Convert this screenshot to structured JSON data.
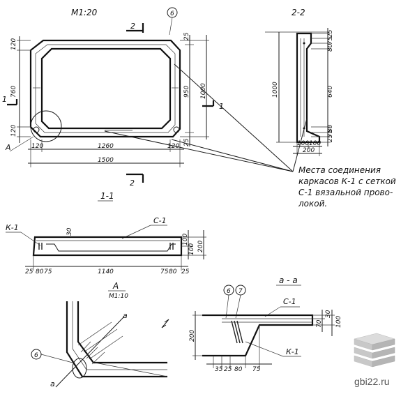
{
  "plan": {
    "scale": "М1:20",
    "marker_6": "6",
    "cut_2_top": "2",
    "cut_2_bottom": "2",
    "cut_1_left": "1",
    "cut_1_right": "1",
    "detail_a": "А",
    "dims": {
      "top_left": "120",
      "left_middle": "760",
      "left_bottom": "120",
      "right_25_top": "25",
      "right_950": "950",
      "right_1000": "1000",
      "right_25_bottom": "25",
      "bottom_120_left": "120",
      "bottom_1260": "1260",
      "bottom_120_right": "120",
      "overall_1500": "1500"
    }
  },
  "section_2_2": {
    "title": "2-2",
    "dims": {
      "height_1000": "1000",
      "top_25": "25",
      "top_75": "75",
      "top_80": "80",
      "mid_640": "640",
      "bot_80": "80",
      "bot_75": "75",
      "bot_25": "25",
      "base_100_left": "100",
      "base_100_right": "100",
      "base_200": "200"
    }
  },
  "note": {
    "lines": [
      "Места соединения",
      "каркасов К-1 с сеткой",
      "С-1 вязальной прово-",
      "локой."
    ]
  },
  "section_1_1": {
    "title": "1-1",
    "label_k1": "К-1",
    "label_c1": "С-1",
    "dim_30": "30",
    "dims_right": {
      "d100a": "100",
      "d100b": "100",
      "d200": "200"
    },
    "dims_bottom": [
      "25",
      "80",
      "75",
      "1140",
      "75",
      "80",
      "25"
    ]
  },
  "detail_A": {
    "title": "А",
    "scale": "М1:10",
    "cut_a_top": "а",
    "cut_a_bottom": "а",
    "marker_6": "6"
  },
  "section_a_a": {
    "title": "а - а",
    "marker_6": "6",
    "marker_7": "7",
    "label_c1": "С-1",
    "label_k1": "К-1",
    "dim_200": "200",
    "dims_right": [
      "30",
      "70",
      "100"
    ],
    "dims_bottom": [
      "35",
      "25",
      "80",
      "75"
    ]
  },
  "watermark": "gbi22.ru"
}
